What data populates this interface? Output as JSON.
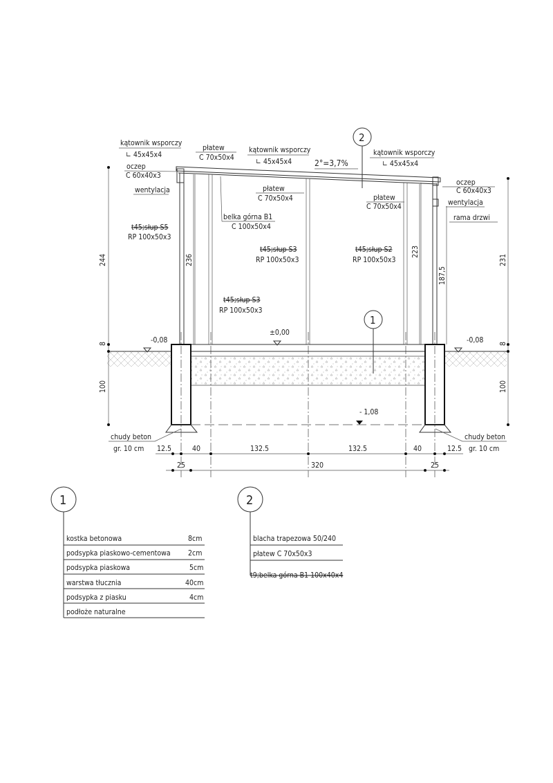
{
  "section": {
    "callout_1": "1",
    "callout_2": "2",
    "slope": "2°=3,7%",
    "labels": {
      "katownik_left": "kątownik wsporczy",
      "katownik_left_size": "∟ 45x45x4",
      "platew_top": "płatew",
      "platew_top_size": "C 70x50x4",
      "katownik_mid": "kątownik wsporczy",
      "katownik_mid_size": "∟ 45x45x4",
      "katownik_right": "kątownik wsporczy",
      "katownik_right_size": "∟ 45x45x4",
      "oczep_left": "oczep",
      "oczep_left_size": "C 60x40x3",
      "oczep_right": "oczep",
      "oczep_right_size": "C 60x40x3",
      "wentylacja_left": "wentylacja",
      "wentylacja_right": "wentylacja",
      "platew_mid": "płatew",
      "platew_mid_size": "C 70x50x4",
      "platew_right": "płatew",
      "platew_right_size": "C 70x50x4",
      "rama_drzwi": "rama drzwi",
      "belka": "belka górna B1",
      "belka_size": "C 100x50x4",
      "slup_s5": "t45;słup S5",
      "slup_s5_size": "RP 100x50x3",
      "slup_s3a": "t45;słup S3",
      "slup_s3a_size": "RP 100x50x3",
      "slup_s2": "t45;słup S2",
      "slup_s2_size": "RP 100x50x3",
      "slup_s3b": "t45;słup S3",
      "slup_s3b_size": "RP 100x50x3",
      "level_zero": "±0,00",
      "level_left": "-0,08",
      "level_right": "-0,08",
      "level_bottom": "- 1,08",
      "chudy_left": "chudy beton",
      "chudy_left_thk": "gr. 10 cm",
      "chudy_right": "chudy beton",
      "chudy_right_thk": "gr. 10 cm"
    },
    "dims": {
      "left_244": "244",
      "left_8": "8",
      "left_100": "100",
      "inner_236": "236",
      "inner_223": "223",
      "inner_187_5": "187,5",
      "right_231": "231",
      "right_8": "8",
      "right_100": "100",
      "row1": [
        "12.5",
        "40",
        "132.5",
        "132.5",
        "40",
        "12.5"
      ],
      "row2": [
        "25",
        "320",
        "25"
      ]
    }
  },
  "detail_1": {
    "callout": "1",
    "layers": [
      {
        "name": "kostka betonowa",
        "thickness": "8cm"
      },
      {
        "name": "podsypka piaskowo-cementowa",
        "thickness": "2cm"
      },
      {
        "name": "podsypka piaskowa",
        "thickness": "5cm"
      },
      {
        "name": "warstwa tłucznia",
        "thickness": "40cm"
      },
      {
        "name": "podsypka z piasku",
        "thickness": "4cm"
      },
      {
        "name": "podłoże naturalne",
        "thickness": ""
      }
    ]
  },
  "detail_2": {
    "callout": "2",
    "layers": [
      "blacha trapezowa 50/240",
      "płatew C 70x50x3",
      "t9;belka górna B1 100x40x4"
    ]
  }
}
